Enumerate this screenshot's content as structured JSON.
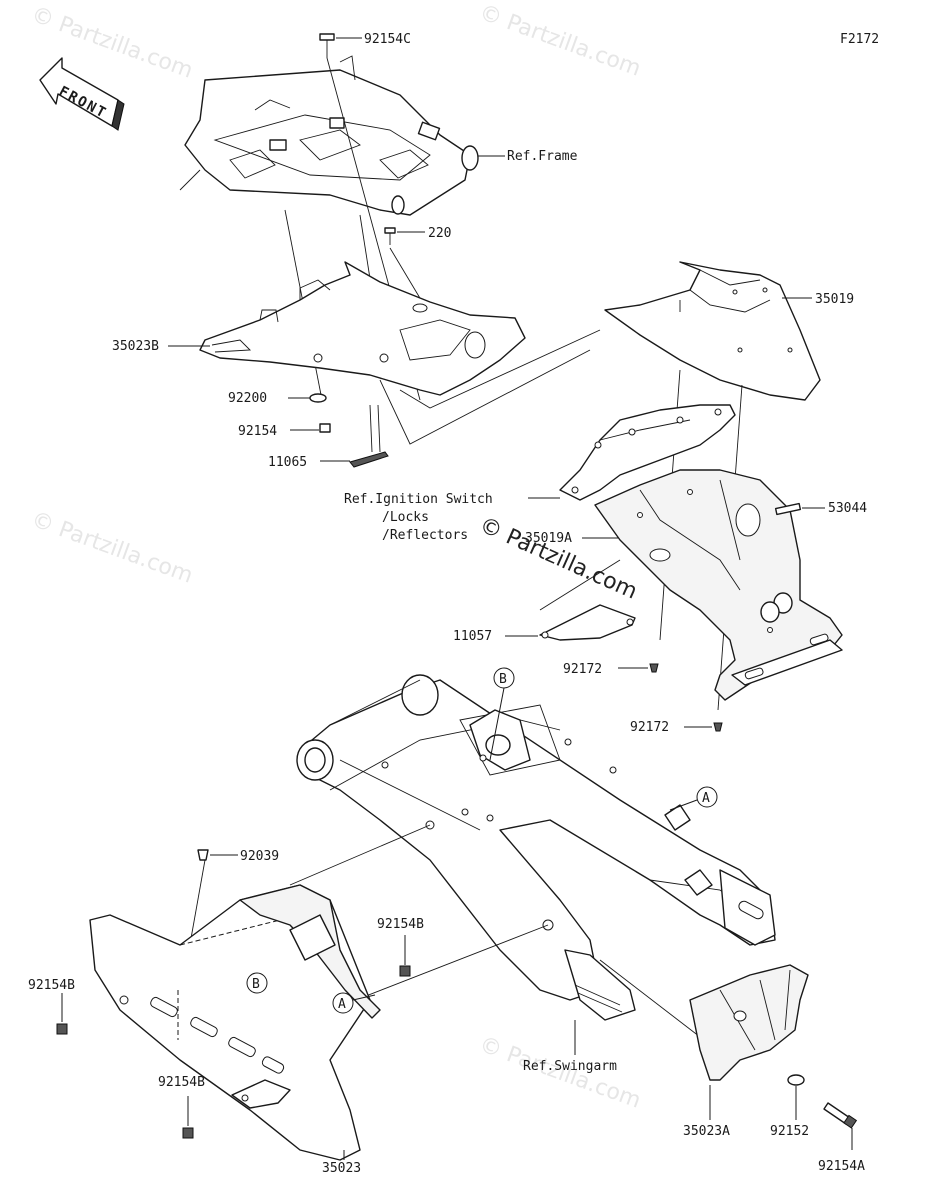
{
  "figure_id": "F2172",
  "front_label": "FRONT",
  "watermark": "© Partzilla.com",
  "callouts": {
    "a": "A",
    "b": "B"
  },
  "labels": {
    "p92154C": "92154C",
    "ref_frame": "Ref.Frame",
    "p220": "220",
    "p35019": "35019",
    "p35023B": "35023B",
    "p92200": "92200",
    "p92154": "92154",
    "p11065": "11065",
    "ref_ign_1": "Ref.Ignition Switch",
    "ref_ign_2": "/Locks",
    "ref_ign_3": "/Reflectors",
    "p35019A": "35019A",
    "p53044": "53044",
    "p11057": "11057",
    "p92172a": "92172",
    "p92172b": "92172",
    "p92039": "92039",
    "p92154B_1": "92154B",
    "p92154B_2": "92154B",
    "p92154B_3": "92154B",
    "ref_swingarm": "Ref.Swingarm",
    "p35023A": "35023A",
    "p92152": "92152",
    "p92154A": "92154A",
    "p35023": "35023"
  }
}
